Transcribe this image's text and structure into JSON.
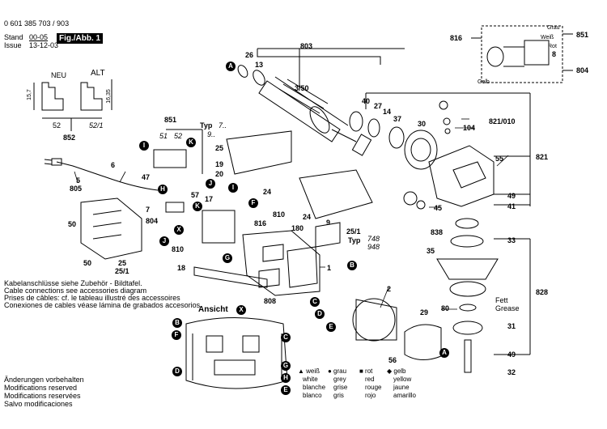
{
  "header": {
    "doc_number": "0 601 385 703 / 903",
    "stand_label": "Stand",
    "issue_label": "Issue",
    "stand_value": "00-05",
    "issue_value": "13-12-03",
    "fig_label": "Fig./Abb. 1"
  },
  "neu_alt": {
    "neu": "NEU",
    "alt": "ALT",
    "dim_left": "15,7",
    "dim_right": "16,35",
    "bottom_left": "52",
    "bottom_right": "52/1",
    "group": "852"
  },
  "typ": {
    "label1": "Typ",
    "value1": "7..",
    "value1b": "9..",
    "label2": "Typ",
    "value2": "748",
    "value2b": "948"
  },
  "part_numbers": {
    "p803": "803",
    "p26": "26",
    "p13": "13",
    "p3_50": "3/50",
    "p40": "40",
    "p27": "27",
    "p14": "14",
    "p37": "37",
    "p30": "30",
    "p104": "104",
    "p821_010": "821/010",
    "p821": "821",
    "p55": "55",
    "p49a": "49",
    "p41": "41",
    "p45": "45",
    "p838": "838",
    "p33": "33",
    "p35": "35",
    "p828": "828",
    "p80": "80",
    "p31": "31",
    "p49b": "49",
    "p32": "32",
    "p29": "29",
    "p56": "56",
    "p2": "2",
    "p1": "1",
    "p851": "851",
    "p51": "51",
    "p52": "52",
    "p25": "25",
    "p19": "19",
    "p20": "20",
    "p47": "47",
    "p57": "57",
    "p7": "7",
    "p804": "804",
    "p17": "17",
    "p810a": "810",
    "p816": "816",
    "p810b": "810",
    "p24a": "24",
    "p24b": "24",
    "p9": "9",
    "p180": "180",
    "p25_1a": "25/1",
    "p18": "18",
    "p808": "808",
    "p6": "6",
    "p5": "5",
    "p805": "805",
    "p50a": "50",
    "p50b": "50",
    "p25b": "25",
    "p25_1b": "25/1",
    "inset816": "816",
    "inset851": "851",
    "inset804": "804",
    "inset8": "8"
  },
  "inset_labels": {
    "grau": "Grau",
    "weiss": "Weiß",
    "rot": "Rot",
    "gelb": "Gelb"
  },
  "fett": {
    "line1": "Fett",
    "line2": "Grease"
  },
  "cable_note": [
    "Kabelanschlüsse siehe Zubehör - Bildtafel.",
    "Cable connections see accessories diagram",
    "Prises de câbles: cf. le tableau illustré des accessoires",
    "Conexiones de cables véase lámina de grabados accesorios"
  ],
  "ansicht": {
    "label": "Ansicht",
    "letter": "X"
  },
  "modifications": [
    "Änderungen vorbehalten",
    "Modifications reserved",
    "Modifications reservées",
    "Salvo modificaciones"
  ],
  "color_legend": {
    "col1": [
      "▲ weiß",
      "white",
      "blanche",
      "blanco"
    ],
    "col2": [
      "● grau",
      "grey",
      "grise",
      "gris"
    ],
    "col3": [
      "■ rot",
      "red",
      "rouge",
      "rojo"
    ],
    "col4": [
      "◆ gelb",
      "yellow",
      "jaune",
      "amarillo"
    ]
  },
  "letters": [
    "A",
    "B",
    "C",
    "D",
    "E",
    "F",
    "G",
    "H",
    "I",
    "J",
    "K",
    "X"
  ]
}
